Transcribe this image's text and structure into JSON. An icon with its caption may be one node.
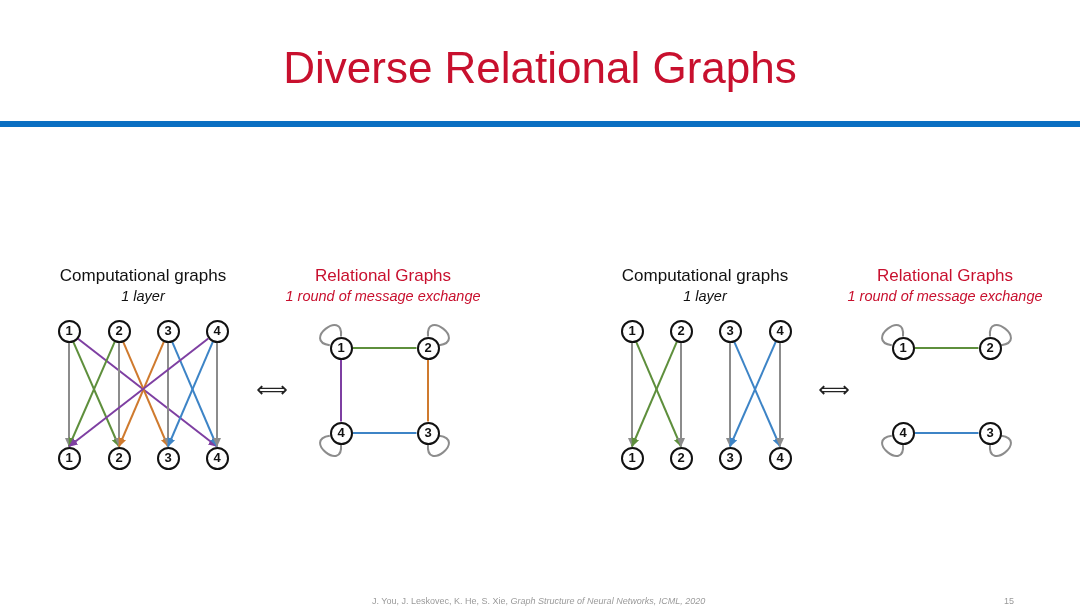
{
  "diagram": {
    "title": "Diverse Relational Graphs",
    "nodes": [
      {
        "text": [
          "1"
        ]
      },
      {
        "text": [
          "2"
        ]
      },
      {
        "text": [
          "3"
        ]
      },
      {
        "text": [
          "4"
        ]
      },
      {
        "text": [
          "1"
        ]
      },
      {
        "text": [
          "2"
        ]
      },
      {
        "text": [
          "3"
        ]
      },
      {
        "text": [
          "4"
        ]
      },
      {
        "text": [
          "1"
        ]
      },
      {
        "text": [
          "2"
        ]
      },
      {
        "text": [
          "4"
        ]
      },
      {
        "text": [
          "3"
        ]
      },
      {
        "text": [
          "1"
        ]
      },
      {
        "text": [
          "2"
        ]
      },
      {
        "text": [
          "3"
        ]
      },
      {
        "text": [
          "4"
        ]
      },
      {
        "text": [
          "1"
        ]
      },
      {
        "text": [
          "2"
        ]
      },
      {
        "text": [
          "3"
        ]
      },
      {
        "text": [
          "4"
        ]
      },
      {
        "text": [
          "1"
        ]
      },
      {
        "text": [
          "2"
        ]
      },
      {
        "text": [
          "4"
        ]
      },
      {
        "text": [
          "3"
        ]
      }
    ],
    "edges": [
      {
        "from": 0,
        "to": 4,
        "arrow": "to"
      },
      {
        "from": 0,
        "to": 5,
        "arrow": "to",
        "color": "#5e8f3c"
      },
      {
        "from": 0,
        "to": 7,
        "arrow": "to",
        "color": "#7e3fa2"
      },
      {
        "from": 1,
        "to": 4,
        "arrow": "to",
        "color": "#5e8f3c"
      },
      {
        "from": 1,
        "to": 5,
        "arrow": "to"
      },
      {
        "from": 1,
        "to": 6,
        "arrow": "to",
        "color": "#cf7a2e"
      },
      {
        "from": 2,
        "to": 5,
        "arrow": "to",
        "color": "#cf7a2e"
      },
      {
        "from": 2,
        "to": 6,
        "arrow": "to"
      },
      {
        "from": 2,
        "to": 7,
        "arrow": "to",
        "color": "#3d84c6"
      },
      {
        "from": 3,
        "to": 4,
        "arrow": "to",
        "color": "#7e3fa2"
      },
      {
        "from": 3,
        "to": 6,
        "arrow": "to",
        "color": "#3d84c6"
      },
      {
        "from": 3,
        "to": 7,
        "arrow": "to"
      },
      {
        "from": 8,
        "to": 8,
        "arrow": "none"
      },
      {
        "from": 9,
        "to": 9,
        "arrow": "none"
      },
      {
        "from": 10,
        "to": 10,
        "arrow": "none"
      },
      {
        "from": 11,
        "to": 11,
        "arrow": "none"
      },
      {
        "from": 8,
        "to": 9,
        "arrow": "none",
        "color": "#5e8f3c"
      },
      {
        "from": 9,
        "to": 11,
        "arrow": "none",
        "color": "#cf7a2e"
      },
      {
        "from": 10,
        "to": 11,
        "arrow": "none",
        "color": "#3d84c6"
      },
      {
        "from": 8,
        "to": 10,
        "arrow": "none",
        "color": "#7e3fa2"
      },
      {
        "from": 12,
        "to": 16,
        "arrow": "to"
      },
      {
        "from": 12,
        "to": 17,
        "arrow": "to",
        "color": "#5e8f3c"
      },
      {
        "from": 13,
        "to": 16,
        "arrow": "to",
        "color": "#5e8f3c"
      },
      {
        "from": 13,
        "to": 17,
        "arrow": "to"
      },
      {
        "from": 14,
        "to": 18,
        "arrow": "to"
      },
      {
        "from": 14,
        "to": 19,
        "arrow": "to",
        "color": "#3d84c6"
      },
      {
        "from": 15,
        "to": 18,
        "arrow": "to",
        "color": "#3d84c6"
      },
      {
        "from": 15,
        "to": 19,
        "arrow": "to"
      },
      {
        "from": 20,
        "to": 20,
        "arrow": "none"
      },
      {
        "from": 21,
        "to": 21,
        "arrow": "none"
      },
      {
        "from": 22,
        "to": 22,
        "arrow": "none"
      },
      {
        "from": 23,
        "to": 23,
        "arrow": "none"
      },
      {
        "from": 20,
        "to": 21,
        "arrow": "none",
        "color": "#5e8f3c"
      },
      {
        "from": 22,
        "to": 23,
        "arrow": "none",
        "color": "#3d84c6"
      }
    ],
    "labels": [
      "Computational graphs",
      "1 layer",
      "⟺",
      "Relational Graphs",
      "1 round of message exchange",
      "Computational graphs",
      "1 layer",
      "⟺",
      "Relational Graphs",
      "1 round of message exchange",
      "J. You, J. Leskovec, K. He, S. Xie, *Graph Structure of Neural Networks, ICML, 2020*",
      "15"
    ]
  }
}
